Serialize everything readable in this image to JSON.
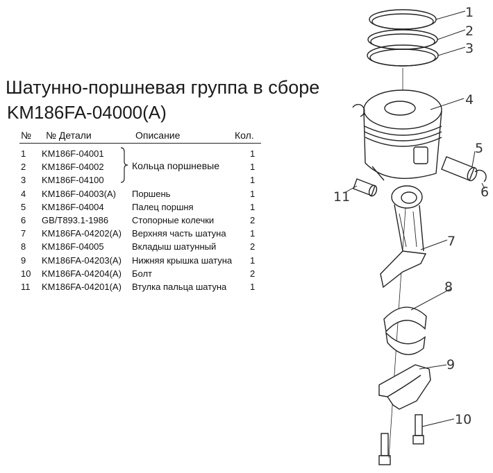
{
  "title": "Шатунно-поршневая группа в сборе",
  "subtitle": "KM186FA-04000(A)",
  "table": {
    "headers": {
      "no": "№",
      "code": "№ Детали",
      "desc": "Описание",
      "qty": "Кол."
    },
    "rows": [
      {
        "no": "1",
        "code": "KM186F-04001",
        "desc": "",
        "qty": "1"
      },
      {
        "no": "2",
        "code": "KM186F-04002",
        "desc": "",
        "qty": "1"
      },
      {
        "no": "3",
        "code": "KM186F-04100",
        "desc": "",
        "qty": "1"
      },
      {
        "no": "4",
        "code": "KM186F-04003(A)",
        "desc": "Поршень",
        "qty": "1"
      },
      {
        "no": "5",
        "code": "KM186F-04004",
        "desc": "Палец поршня",
        "qty": "1"
      },
      {
        "no": "6",
        "code": "GB/T893.1-1986",
        "desc": "Стопорные колечки",
        "qty": "2"
      },
      {
        "no": "7",
        "code": "KM186FA-04202(A)",
        "desc": "Верхняя часть шатуна",
        "qty": "1"
      },
      {
        "no": "8",
        "code": "KM186F-04005",
        "desc": "Вкладыш шатунный",
        "qty": "2"
      },
      {
        "no": "9",
        "code": "KM186FA-04203(A)",
        "desc": "Нижняя крышка шатуна",
        "qty": "1"
      },
      {
        "no": "10",
        "code": "KM186FA-04204(A)",
        "desc": "Болт",
        "qty": "2"
      },
      {
        "no": "11",
        "code": "KM186FA-04201(A)",
        "desc": "Втулка пальца шатуна",
        "qty": "1"
      }
    ],
    "group_desc": "Кольца поршневые"
  },
  "callouts": [
    "1",
    "2",
    "3",
    "4",
    "5",
    "6",
    "7",
    "8",
    "9",
    "10",
    "11"
  ]
}
